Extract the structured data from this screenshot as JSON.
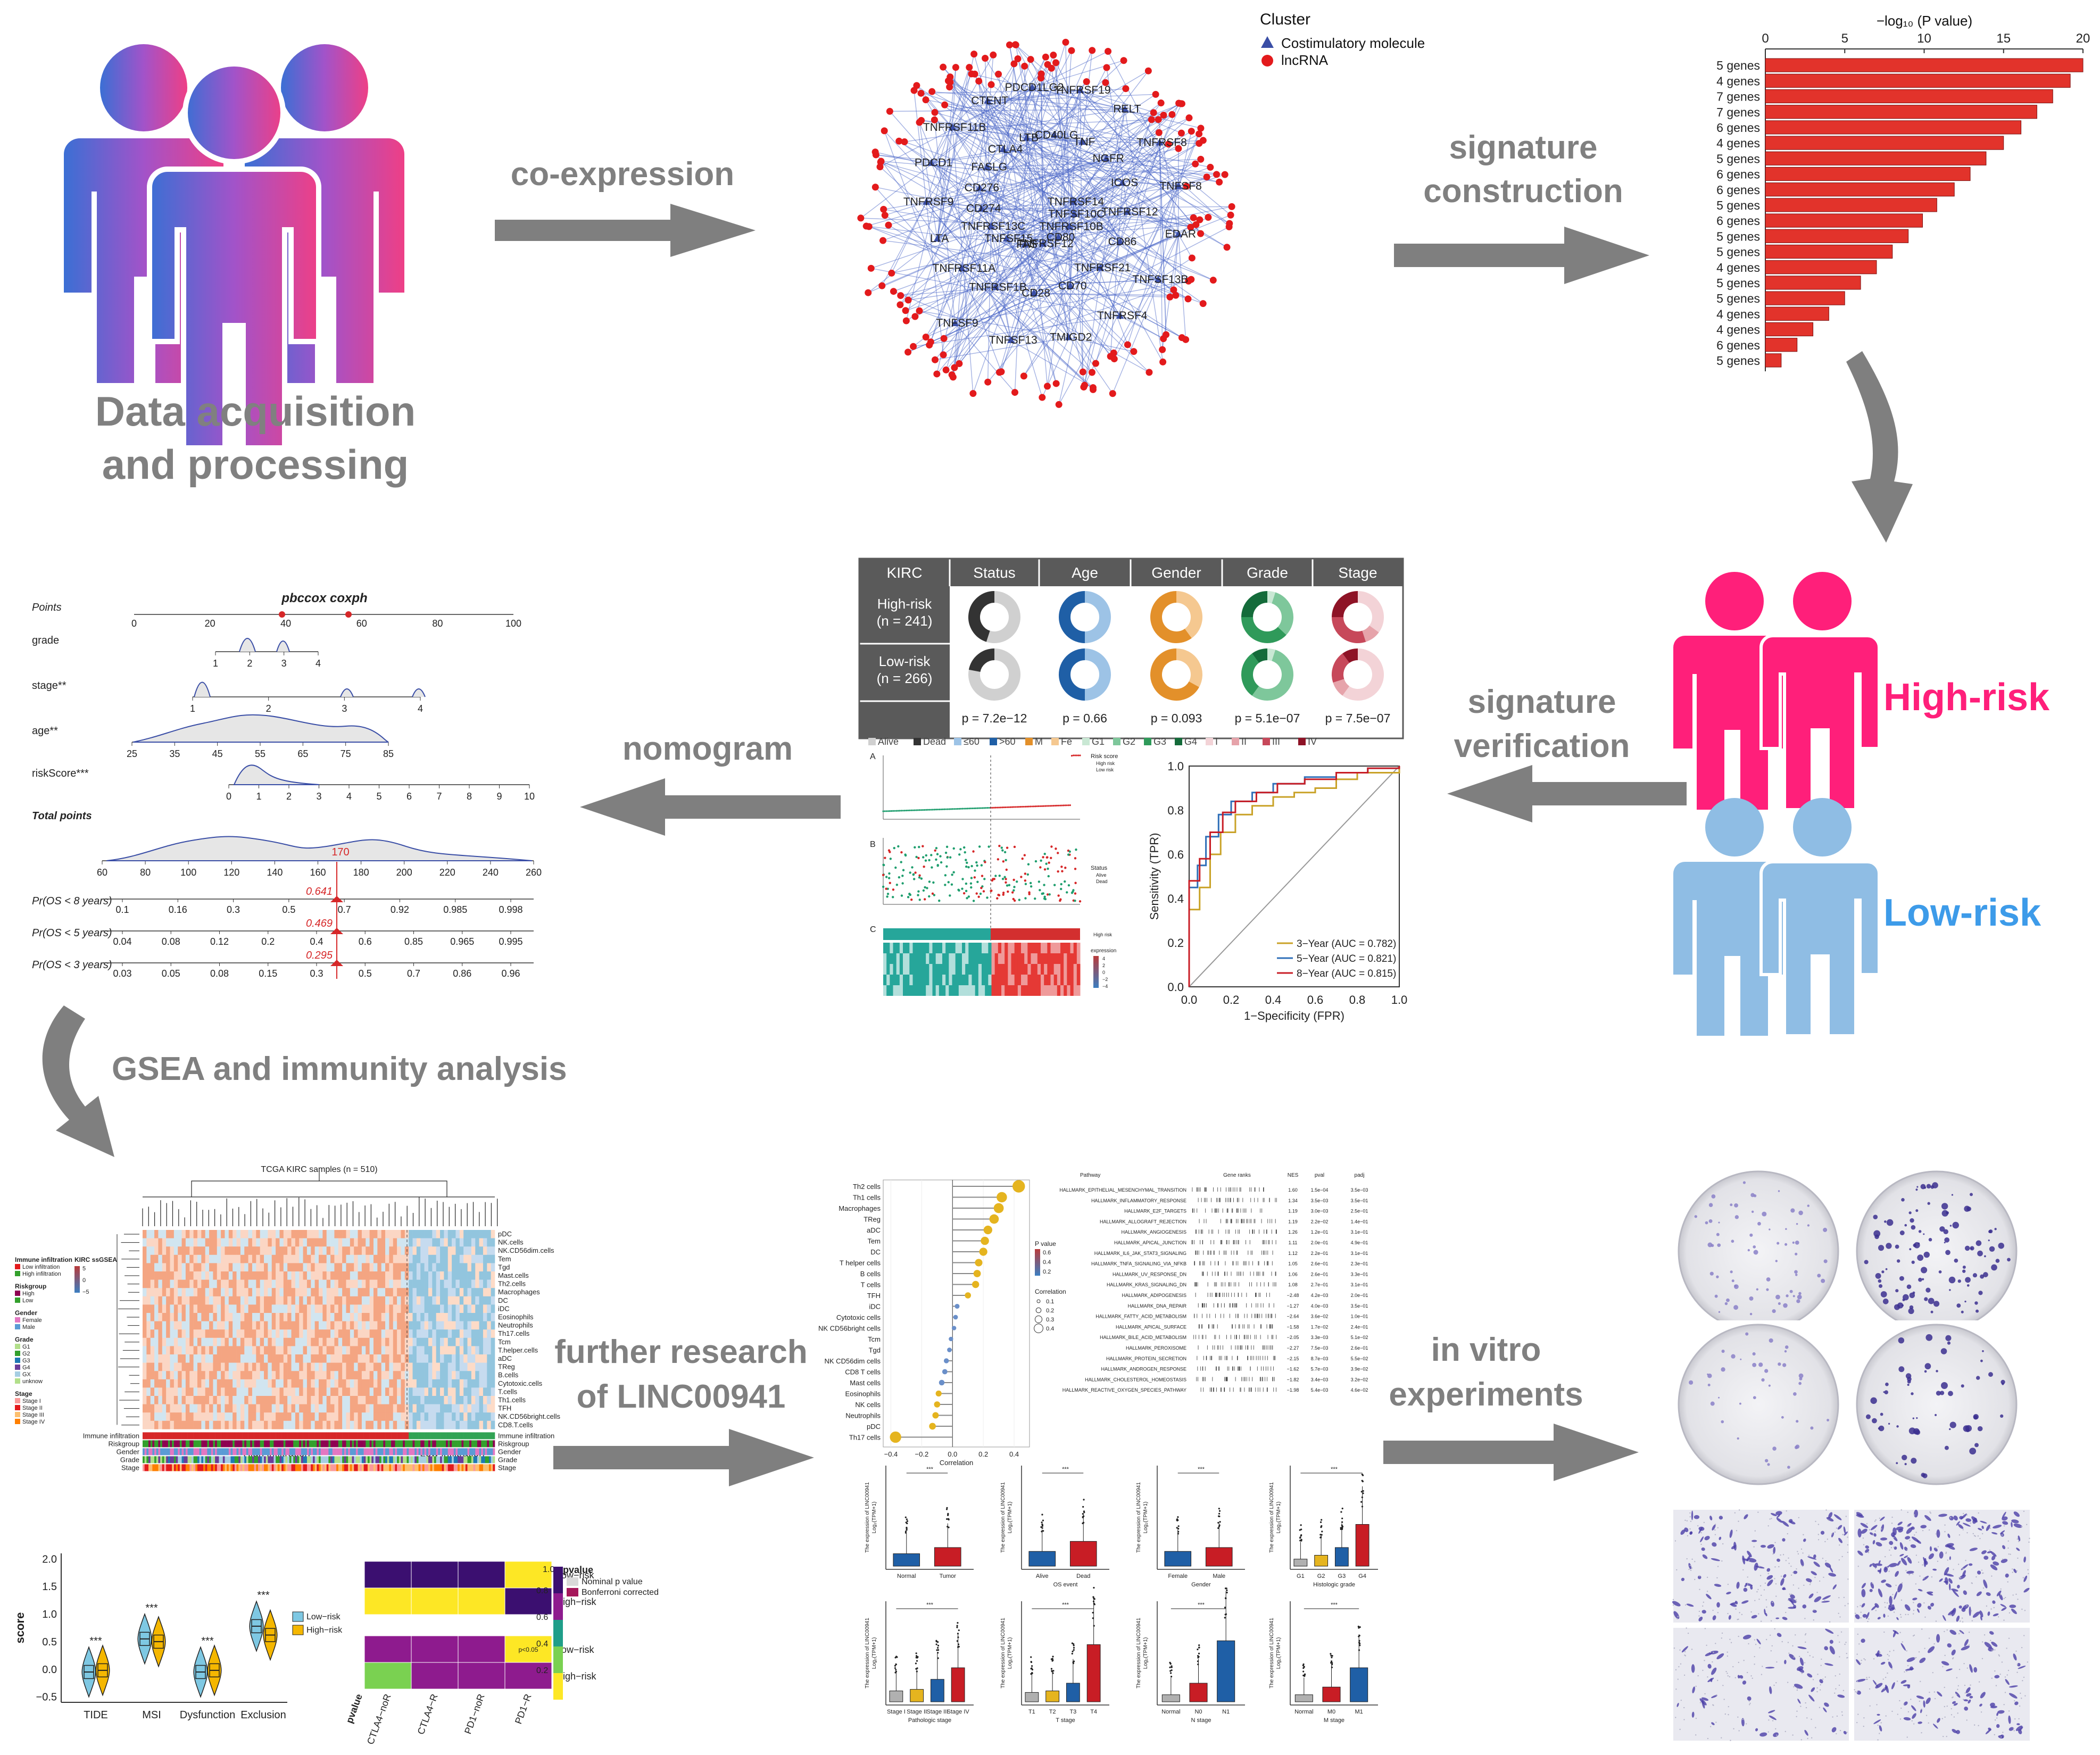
{
  "palette": {
    "arrow": "#7f7f7f",
    "caption": "#808080",
    "high_risk": "#ff1f7a",
    "low_risk": "#3d9be9",
    "person_low": "#8fbde4",
    "bar_red": "#e2332b",
    "node_red": "#e31a1c",
    "edge_blue": "#4a66c8"
  },
  "steps": {
    "data_acquisition": [
      "Data acquisition",
      "and processing"
    ],
    "coexpression": "co-expression",
    "signature_construction": [
      "signature",
      "construction"
    ],
    "signature_verification": [
      "signature",
      "verification"
    ],
    "nomogram": "nomogram",
    "gsea": "GSEA and immunity analysis",
    "further_research": [
      "further research",
      "of LINC00941"
    ],
    "in_vitro": [
      "in vitro",
      "experiments"
    ]
  },
  "risk_groups": {
    "high": "High-risk",
    "low": "Low-risk"
  },
  "network": {
    "legend_title": "Cluster",
    "legend_items": [
      {
        "label": "Costimulatory molecule",
        "shape": "triangle",
        "color": "#3a4ea6"
      },
      {
        "label": "lncRNA",
        "shape": "circle",
        "color": "#e31a1c"
      }
    ],
    "nodes": [
      "TNFRSF14",
      "TNFSF10C",
      "TNFRSF10B",
      "CD80",
      "TNFRSF12",
      "FAS",
      "TNFSF15",
      "TNFRSF13C",
      "CD274",
      "CD276",
      "FASLG",
      "CTLA4",
      "LTB",
      "CD40LG",
      "TNF",
      "NGFR",
      "ICOS",
      "TNFRSF12",
      "CD86",
      "TNFRSF21",
      "CD70",
      "CD28",
      "TNFRSF1B",
      "TNFRSF11A",
      "LTA",
      "TNFRSF9",
      "PDCD1",
      "TNFRSF11B",
      "CTENT",
      "PDCD1LG2",
      "TNFRSF19",
      "RELT",
      "TNFRSF8",
      "TNFSF8",
      "EDAR",
      "TNFSF13B",
      "TNFRSF4",
      "TMIGD2",
      "TNFSF13",
      "TNFSF9"
    ]
  },
  "signature_bar": {
    "axis_title": "−log₁₀ (P value)",
    "ticks": [
      0,
      5,
      10,
      15,
      20
    ],
    "labels": [
      "5 genes",
      "4 genes",
      "7 genes",
      "7 genes",
      "6 genes",
      "4 genes",
      "5 genes",
      "6 genes",
      "6 genes",
      "5 genes",
      "6 genes",
      "5 genes",
      "5 genes",
      "4 genes",
      "5 genes",
      "5 genes",
      "4 genes",
      "4 genes",
      "6 genes",
      "5 genes"
    ],
    "values": [
      20.0,
      19.2,
      18.1,
      17.1,
      16.1,
      15.0,
      13.9,
      12.9,
      11.9,
      10.8,
      9.9,
      9.0,
      8.0,
      7.0,
      6.0,
      5.0,
      4.0,
      3.0,
      2.0,
      1.0
    ]
  },
  "donut_table": {
    "headers": [
      "KIRC",
      "Status",
      "Age",
      "Gender",
      "Grade",
      "Stage"
    ],
    "rows": [
      {
        "label": [
          "High-risk",
          "(n = 241)"
        ]
      },
      {
        "label": [
          "Low-risk",
          "(n = 266)"
        ]
      }
    ],
    "pvalues": [
      "p = 7.2e−12",
      "p = 0.66",
      "p = 0.093",
      "p = 5.1e−07",
      "p = 7.5e−07"
    ],
    "legend": [
      "Alive",
      "Dead",
      "≤60",
      ">60",
      "M",
      "Fe",
      "G1",
      "G2",
      "G3",
      "G4",
      "I",
      "II",
      "III",
      "IV"
    ],
    "legend_colors": [
      "#d0d0d0",
      "#333333",
      "#9dc3e6",
      "#1f5fa6",
      "#e3902a",
      "#f5c890",
      "#c9e8d4",
      "#7ec79b",
      "#2f9a5a",
      "#146b3a",
      "#f3d3d7",
      "#e6a3aa",
      "#c7485a",
      "#8e1326"
    ]
  },
  "risk_panel": {
    "panel_a_label": "A",
    "panel_b_label": "B",
    "panel_c_label": "C",
    "risk_legend_title": "Risk score",
    "risk_legend": [
      "High risk",
      "Low risk"
    ],
    "status_legend_title": "Status",
    "status_legend": [
      "Alive",
      "Dead"
    ],
    "heat_legend_title": "expression",
    "heat_ticks": [
      "4",
      "2",
      "0",
      "−2",
      "−4"
    ],
    "group_legend": "High risk"
  },
  "roc": {
    "xlabel": "1−Specificity (FPR)",
    "ylabel": "Sensitivity (TPR)",
    "ticks": [
      "0.0",
      "0.2",
      "0.4",
      "0.6",
      "0.8",
      "1.0"
    ],
    "legend": [
      {
        "label": "3−Year (AUC = 0.782)",
        "color": "#c9a227"
      },
      {
        "label": "5−Year (AUC = 0.821)",
        "color": "#2f6fb8"
      },
      {
        "label": "8−Year (AUC = 0.815)",
        "color": "#c81d25"
      }
    ]
  },
  "nomogram": {
    "title": "pbccox coxph",
    "rows": [
      "Points",
      "grade",
      "stage**",
      "age**",
      "riskScore***",
      "Total points",
      "Pr(OS < 8 years)",
      "Pr(OS < 5 years)",
      "Pr(OS < 3 years)"
    ],
    "points_ticks": [
      "0",
      "20",
      "40",
      "60",
      "80",
      "100"
    ],
    "grade_ticks": [
      "1",
      "2",
      "3",
      "4"
    ],
    "stage_ticks": [
      "1",
      "2",
      "3",
      "4"
    ],
    "age_ticks": [
      "25",
      "35",
      "45",
      "55",
      "65",
      "75",
      "85"
    ],
    "risk_ticks": [
      "0",
      "1",
      "2",
      "3",
      "4",
      "5",
      "6",
      "7",
      "8",
      "9",
      "10"
    ],
    "total_ticks": [
      "60",
      "80",
      "100",
      "120",
      "140",
      "160",
      "180",
      "200",
      "220",
      "240",
      "260"
    ],
    "total_marker": "170",
    "os8_ticks": [
      "0.1",
      "0.16",
      "0.3",
      "0.5",
      "0.7",
      "0.92",
      "0.985",
      "0.998"
    ],
    "os8_marker": "0.641",
    "os5_ticks": [
      "0.04",
      "0.08",
      "0.12",
      "0.2",
      "0.4",
      "0.6",
      "0.85",
      "0.965",
      "0.995"
    ],
    "os5_marker": "0.469",
    "os3_ticks": [
      "0.03",
      "0.05",
      "0.08",
      "0.15",
      "0.3",
      "0.5",
      "0.7",
      "0.86",
      "0.96"
    ],
    "os3_marker": "0.295"
  },
  "heatmap": {
    "title": "TCGA KIRC samples (n = 510)",
    "cells": [
      "pDC",
      "NK.cells",
      "NK.CD56dim.cells",
      "Tem",
      "Tgd",
      "Mast.cells",
      "Th2.cells",
      "Macrophages",
      "DC",
      "iDC",
      "Eosinophils",
      "Neutrophils",
      "Th17.cells",
      "Tcm",
      "T.helper.cells",
      "aDC",
      "TReg",
      "B.cells",
      "Cytotoxic.cells",
      "T.cells",
      "Th1.cells",
      "TFH",
      "NK.CD56bright.cells",
      "CD8.T.cells"
    ],
    "tracks": [
      "Immune infiltration",
      "Riskgroup",
      "Gender",
      "Grade",
      "Stage"
    ],
    "region_labels": [
      "High infiltration",
      "Low infiltration"
    ],
    "legend": [
      {
        "title": "Immune infiltration",
        "items": [
          "Low infiltration",
          "High infiltration"
        ]
      },
      {
        "title": "Riskgroup",
        "items": [
          "High",
          "Low"
        ]
      },
      {
        "title": "Gender",
        "items": [
          "Female",
          "Male"
        ]
      },
      {
        "title": "Grade",
        "items": [
          "G1",
          "G2",
          "G3",
          "G4",
          "GX",
          "unknow"
        ]
      },
      {
        "title": "Stage",
        "items": [
          "Stage I",
          "Stage II",
          "Stage III",
          "Stage IV"
        ]
      }
    ],
    "score_title": "KIRC ssGSEA",
    "score_ticks": [
      "5",
      "0",
      "−5"
    ]
  },
  "tide_box": {
    "ylabel": "score",
    "yticks": [
      "2.0",
      "1.5",
      "1.0",
      "0.5",
      "0.0",
      "−0.5"
    ],
    "categories": [
      "TIDE",
      "MSI",
      "Dysfunction",
      "Exclusion"
    ],
    "sig": "***",
    "legend": [
      "Low−risk",
      "High−risk"
    ]
  },
  "pvalue_heat": {
    "rows": [
      "Low−risk",
      "High−risk",
      "Low−risk",
      "High−risk"
    ],
    "cols": [
      "CTLA4−noR",
      "CTLA4−R",
      "PD1−noR",
      "PD1−R"
    ],
    "legend_title": "pvalue",
    "legend_ticks": [
      "1.0",
      "0.8",
      "0.6",
      "0.4",
      "0.2"
    ],
    "legend_items": [
      "Nominal p value",
      "Bonferroni corrected"
    ],
    "corner_label": "pvalue",
    "cell_label": "p<0.05"
  },
  "lollipop": {
    "cells": [
      "Th2 cells",
      "Th1 cells",
      "Macrophages",
      "TReg",
      "aDC",
      "Tem",
      "DC",
      "T helper cells",
      "B cells",
      "T cells",
      "TFH",
      "iDC",
      "Cytotoxic cells",
      "NK CD56bright cells",
      "Tcm",
      "Tgd",
      "NK CD56dim cells",
      "CD8 T cells",
      "Mast cells",
      "Eosinophils",
      "NK cells",
      "Neutrophils",
      "pDC",
      "Th17 cells"
    ],
    "xlabel": "Correlation",
    "xticks": [
      "−0.4",
      "−0.2",
      "0.0",
      "0.2",
      "0.4"
    ],
    "pvalue_legend_title": "P value",
    "pvalue_legend_ticks": [
      "0.6",
      "0.4",
      "0.2"
    ],
    "corr_legend_title": "Correlation",
    "corr_legend_ticks": [
      "0.1",
      "0.2",
      "0.3",
      "0.4"
    ]
  },
  "gsea_table": {
    "headers": [
      "Pathway",
      "Gene ranks",
      "NES",
      "pval",
      "padj"
    ],
    "pathways": [
      "HALLMARK_EPITHELIAL_MESENCHYMAL_TRANSITION",
      "HALLMARK_INFLAMMATORY_RESPONSE",
      "HALLMARK_E2F_TARGETS",
      "HALLMARK_ALLOGRAFT_REJECTION",
      "HALLMARK_ANGIOGENESIS",
      "HALLMARK_APICAL_JUNCTION",
      "HALLMARK_IL6_JAK_STAT3_SIGNALING",
      "HALLMARK_TNFA_SIGNALING_VIA_NFKB",
      "HALLMARK_UV_RESPONSE_DN",
      "HALLMARK_KRAS_SIGNALING_DN",
      "HALLMARK_ADIPOGENESIS",
      "HALLMARK_DNA_REPAIR",
      "HALLMARK_FATTY_ACID_METABOLISM",
      "HALLMARK_APICAL_SURFACE",
      "HALLMARK_BILE_ACID_METABOLISM",
      "HALLMARK_PEROXISOME",
      "HALLMARK_PROTEIN_SECRETION",
      "HALLMARK_ANDROGEN_RESPONSE",
      "HALLMARK_CHOLESTEROL_HOMEOSTASIS",
      "HALLMARK_REACTIVE_OXYGEN_SPECIES_PATHWAY"
    ],
    "nes": [
      "1.60",
      "1.34",
      "1.19",
      "1.19",
      "1.26",
      "1.11",
      "1.12",
      "1.05",
      "1.06",
      "1.08",
      "−2.48",
      "−1.27",
      "−2.64",
      "−1.58",
      "−2.05",
      "−2.27",
      "−2.15",
      "−1.62",
      "−1.82",
      "−1.98"
    ],
    "pval": [
      "1.5e−04",
      "3.5e−03",
      "3.0e−03",
      "2.2e−02",
      "1.2e−01",
      "2.0e−01",
      "2.2e−01",
      "2.6e−01",
      "2.6e−01",
      "2.7e−01",
      "4.2e−03",
      "4.0e−03",
      "3.6e−02",
      "1.7e−02",
      "3.3e−03",
      "7.5e−03",
      "8.7e−03",
      "5.7e−03",
      "3.4e−03",
      "5.4e−03"
    ],
    "padj": [
      "3.5e−03",
      "3.5e−01",
      "2.5e−01",
      "1.4e−01",
      "3.1e−01",
      "4.9e−01",
      "3.1e−01",
      "2.3e−01",
      "3.3e−01",
      "3.1e−01",
      "2.0e−01",
      "3.5e−01",
      "1.0e−01",
      "2.4e−01",
      "5.1e−02",
      "2.6e−01",
      "5.5e−02",
      "3.9e−02",
      "3.2e−02",
      "4.6e−02"
    ]
  },
  "boxplots": {
    "ylabel": [
      "The expression of LINC00941",
      "Log₂(TPM+1)"
    ],
    "sig": "***",
    "panels": [
      {
        "groups": [
          "Normal",
          "Tumor"
        ],
        "xlabel": ""
      },
      {
        "groups": [
          "Alive",
          "Dead"
        ],
        "xlabel": "OS event"
      },
      {
        "groups": [
          "Female",
          "Male"
        ],
        "xlabel": "Gender"
      },
      {
        "groups": [
          "G1",
          "G2",
          "G3",
          "G4"
        ],
        "xlabel": "Histologic grade"
      },
      {
        "groups": [
          "Stage I",
          "Stage II",
          "Stage III",
          "Stage IV"
        ],
        "xlabel": "Pathologic stage"
      },
      {
        "groups": [
          "T1",
          "T2",
          "T3",
          "T4"
        ],
        "xlabel": "T stage"
      },
      {
        "groups": [
          "Normal",
          "N0",
          "N1"
        ],
        "xlabel": "N stage"
      },
      {
        "groups": [
          "Normal",
          "M0",
          "M1"
        ],
        "xlabel": "M stage"
      }
    ]
  }
}
